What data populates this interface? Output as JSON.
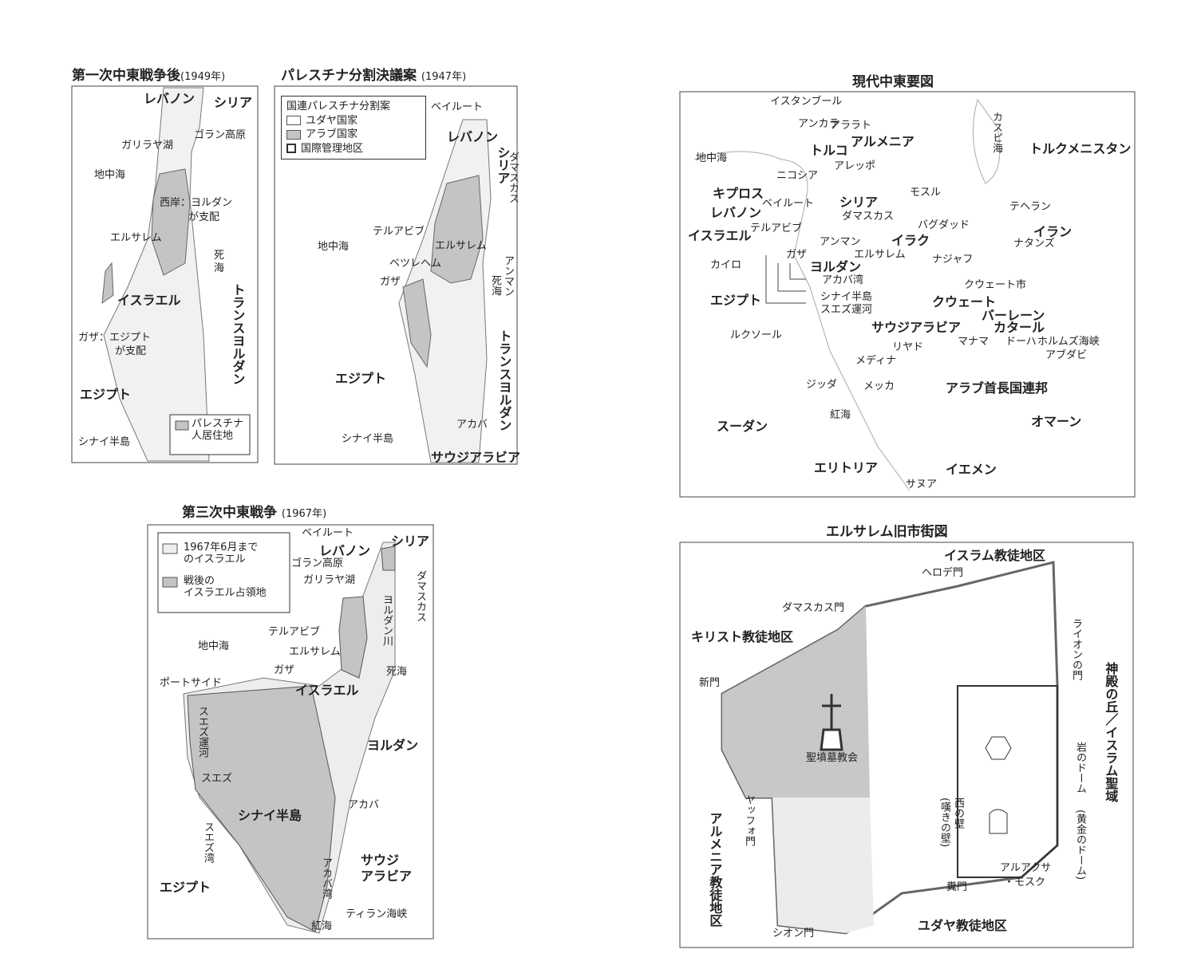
{
  "colors": {
    "occupied": "#c4c4c4",
    "border": "#444",
    "light": "#ebebeb"
  },
  "m1": {
    "title": "第一次中東戦争後",
    "year": "(1949年)",
    "legend": [
      "パレスチナ",
      "人居住地"
    ],
    "labels": [
      "レバノン",
      "シリア",
      "ゴラン高原",
      "ガリラヤ湖",
      "地中海",
      "西岸：ヨルダン",
      "が支配",
      "エルサレム",
      "死",
      "海",
      "イスラエル",
      "トランスヨルダン",
      "ガザ：エジプト",
      "が支配",
      "エジプト",
      "シナイ半島"
    ]
  },
  "m2": {
    "title": "パレスチナ分割決議案",
    "year": "(1947年)",
    "legend": [
      "国連パレスチナ分割案",
      "ユダヤ国家",
      "アラブ国家",
      "国際管理地区"
    ],
    "labels": [
      "ベイルート",
      "レバノン",
      "シリア",
      "ダマスカス",
      "地中海",
      "テルアビブ",
      "エルサレム",
      "ベツレヘム",
      "ガザ",
      "アンマン",
      "死海",
      "トランスヨルダン",
      "エジプト",
      "シナイ半島",
      "アカバ",
      "サウジアラビア"
    ]
  },
  "m3": {
    "title": "第三次中東戦争",
    "year": "(1967年)",
    "legend": [
      "1967年6月まで",
      "のイスラエル",
      "戦後の",
      "イスラエル占領地"
    ],
    "labels": [
      "ベイルート",
      "シリア",
      "レバノン",
      "ゴラン高原",
      "ガリラヤ湖",
      "ヨルダン川",
      "ダマスカス",
      "地中海",
      "テルアビブ",
      "エルサレム",
      "ガザ",
      "死海",
      "ポートサイド",
      "イスラエル",
      "スエズ運河",
      "ヨルダン",
      "スエズ",
      "アカバ",
      "シナイ半島",
      "スエズ湾",
      "アカバ湾",
      "サウジ",
      "アラビア",
      "エジプト",
      "ティラン海峡",
      "紅海"
    ]
  },
  "m4": {
    "title": "現代中東要図",
    "labels": [
      "イスタンブール",
      "アンカラ",
      "アララト",
      "カスピ海",
      "アルメニア",
      "トルコ",
      "トルクメニスタン",
      "地中海",
      "アレッポ",
      "ニコシア",
      "キプロス",
      "シリア",
      "モスル",
      "ベイルート",
      "レバノン",
      "ダマスカス",
      "テヘラン",
      "バグダッド",
      "イスラエル",
      "テルアビブ",
      "アンマン",
      "イラク",
      "イラン",
      "ナタンズ",
      "ガザ",
      "エルサレム",
      "カイロ",
      "ヨルダン",
      "ナジャフ",
      "アカバ湾",
      "クウェート市",
      "エジプト",
      "シナイ半島",
      "クウェート",
      "スエズ運河",
      "バーレーン",
      "サウジアラビア",
      "カタール",
      "ルクソール",
      "マナマ",
      "ドーハ",
      "ホルムズ海峡",
      "リヤド",
      "アブダビ",
      "メディナ",
      "ジッダ",
      "メッカ",
      "アラブ首長国連邦",
      "紅海",
      "オマーン",
      "スーダン",
      "エリトリア",
      "イエメン",
      "サヌア"
    ]
  },
  "m5": {
    "title": "エルサレム旧市街図",
    "labels": [
      "イスラム教徒地区",
      "ヘロデ門",
      "ダマスカス門",
      "ライオンの門",
      "キリスト教徒地区",
      "神殿の丘／イスラム聖域",
      "新門",
      "聖墳墓教会",
      "岩のドーム",
      "ヤッフォ門",
      "西の壁",
      "(嘆きの壁)",
      "(黄金のドーム)",
      "アルメニア教徒地区",
      "アルアクサ",
      "・モスク",
      "糞門",
      "ユダヤ教徒地区",
      "シオン門"
    ]
  }
}
